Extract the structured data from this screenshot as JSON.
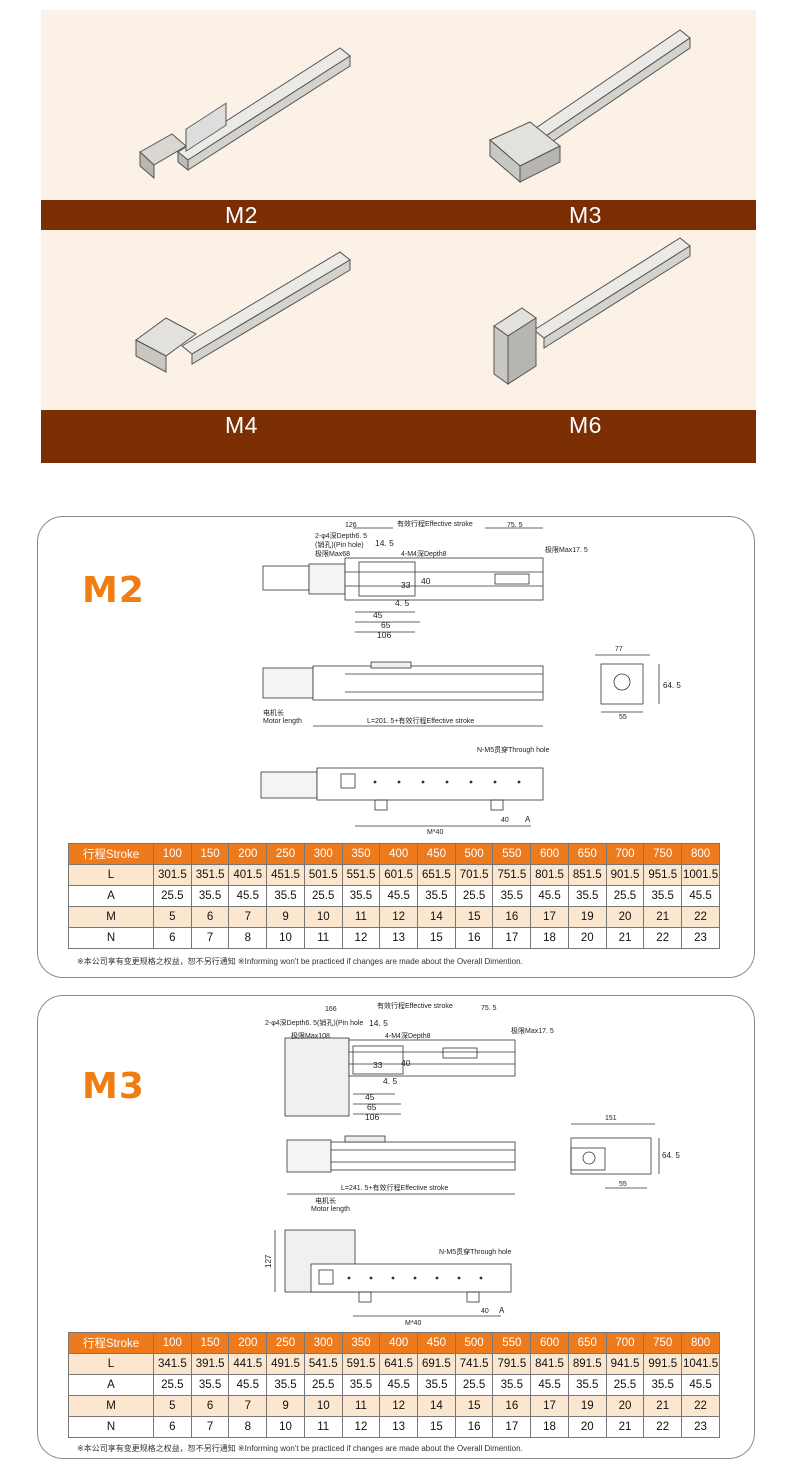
{
  "gallery": {
    "rows": [
      {
        "left": "M2",
        "right": "M3"
      },
      {
        "left": "M4",
        "right": "M6"
      }
    ]
  },
  "m2": {
    "title": "M2",
    "drawing": {
      "dim_126": "126",
      "effective_stroke": "有效行程Effective stroke",
      "dim_75_5": "75. 5",
      "pin_hole_a": "2-φ4深Depth6. 5",
      "pin_hole_b": "(销孔)(Pin hole)",
      "dim_14_5": "14. 5",
      "limit_left": "极限Max68",
      "m4_depth": "4-M4深Depth8",
      "limit_right": "极限Max17. 5",
      "dim_33": "33",
      "dim_40": "40",
      "dim_4_5": "4. 5",
      "dim_45": "45",
      "dim_65": "65",
      "dim_106": "106",
      "dim_77": "77",
      "dim_64_5": "64. 5",
      "dim_55": "55",
      "motor_len_cn": "电机长",
      "motor_len_en": "Motor length",
      "l_formula": "L=201. 5+有效行程Effective stroke",
      "through_hole": "N-M5贯穿Through hole",
      "dim_40b": "40",
      "dim_a": "A",
      "m40": "M*40"
    },
    "table": {
      "header": "行程Stroke",
      "strokes": [
        "100",
        "150",
        "200",
        "250",
        "300",
        "350",
        "400",
        "450",
        "500",
        "550",
        "600",
        "650",
        "700",
        "750",
        "800"
      ],
      "rows": [
        {
          "label": "L",
          "values": [
            "301.5",
            "351.5",
            "401.5",
            "451.5",
            "501.5",
            "551.5",
            "601.5",
            "651.5",
            "701.5",
            "751.5",
            "801.5",
            "851.5",
            "901.5",
            "951.5",
            "1001.5"
          ]
        },
        {
          "label": "A",
          "values": [
            "25.5",
            "35.5",
            "45.5",
            "35.5",
            "25.5",
            "35.5",
            "45.5",
            "35.5",
            "25.5",
            "35.5",
            "45.5",
            "35.5",
            "25.5",
            "35.5",
            "45.5"
          ]
        },
        {
          "label": "M",
          "values": [
            "5",
            "6",
            "7",
            "9",
            "10",
            "11",
            "12",
            "14",
            "15",
            "16",
            "17",
            "19",
            "20",
            "21",
            "22"
          ]
        },
        {
          "label": "N",
          "values": [
            "6",
            "7",
            "8",
            "10",
            "11",
            "12",
            "13",
            "15",
            "16",
            "17",
            "18",
            "20",
            "21",
            "22",
            "23"
          ]
        }
      ]
    },
    "note": "※本公司享有变更规格之权益，恕不另行通知 ※Informing won't be practiced if changes are made about the Overall Dimention."
  },
  "m3": {
    "title": "M3",
    "drawing": {
      "dim_166": "166",
      "effective_stroke": "有效行程Effective stroke",
      "dim_75_5": "75. 5",
      "pin_hole": "2-φ4深Depth6. 5(销孔)(Pin hole",
      "dim_14_5": "14. 5",
      "limit_left": "极限Max108",
      "m4_depth": "4-M4深Depth8",
      "limit_right": "极限Max17. 5",
      "dim_33": "33",
      "dim_40": "40",
      "dim_4_5": "4. 5",
      "dim_45": "45",
      "dim_65": "65",
      "dim_106": "106",
      "dim_151": "151",
      "dim_64_5": "64. 5",
      "dim_55": "55",
      "l_formula": "L=241. 5+有效行程Effective stroke",
      "motor_len_cn": "电机长",
      "motor_len_en": "Motor length",
      "dim_127": "127",
      "through_hole": "N-M5贯穿Through hole",
      "dim_40b": "40",
      "dim_a": "A",
      "m40": "M*40"
    },
    "table": {
      "header": "行程Stroke",
      "strokes": [
        "100",
        "150",
        "200",
        "250",
        "300",
        "350",
        "400",
        "450",
        "500",
        "550",
        "600",
        "650",
        "700",
        "750",
        "800"
      ],
      "rows": [
        {
          "label": "L",
          "values": [
            "341.5",
            "391.5",
            "441.5",
            "491.5",
            "541.5",
            "591.5",
            "641.5",
            "691.5",
            "741.5",
            "791.5",
            "841.5",
            "891.5",
            "941.5",
            "991.5",
            "1041.5"
          ]
        },
        {
          "label": "A",
          "values": [
            "25.5",
            "35.5",
            "45.5",
            "35.5",
            "25.5",
            "35.5",
            "45.5",
            "35.5",
            "25.5",
            "35.5",
            "45.5",
            "35.5",
            "25.5",
            "35.5",
            "45.5"
          ]
        },
        {
          "label": "M",
          "values": [
            "5",
            "6",
            "7",
            "9",
            "10",
            "11",
            "12",
            "14",
            "15",
            "16",
            "17",
            "19",
            "20",
            "21",
            "22"
          ]
        },
        {
          "label": "N",
          "values": [
            "6",
            "7",
            "8",
            "10",
            "11",
            "12",
            "13",
            "15",
            "16",
            "17",
            "18",
            "20",
            "21",
            "22",
            "23"
          ]
        }
      ]
    },
    "note": "※本公司享有变更规格之权益，恕不另行通知 ※Informing won't be practiced if changes are made about the Overall Dimention."
  },
  "colors": {
    "band": "#7b2d04",
    "photo_bg": "#fbf1e6",
    "accent_orange": "#f07d12",
    "table_header": "#ee7a1e",
    "table_alt": "#fbe6cf"
  }
}
